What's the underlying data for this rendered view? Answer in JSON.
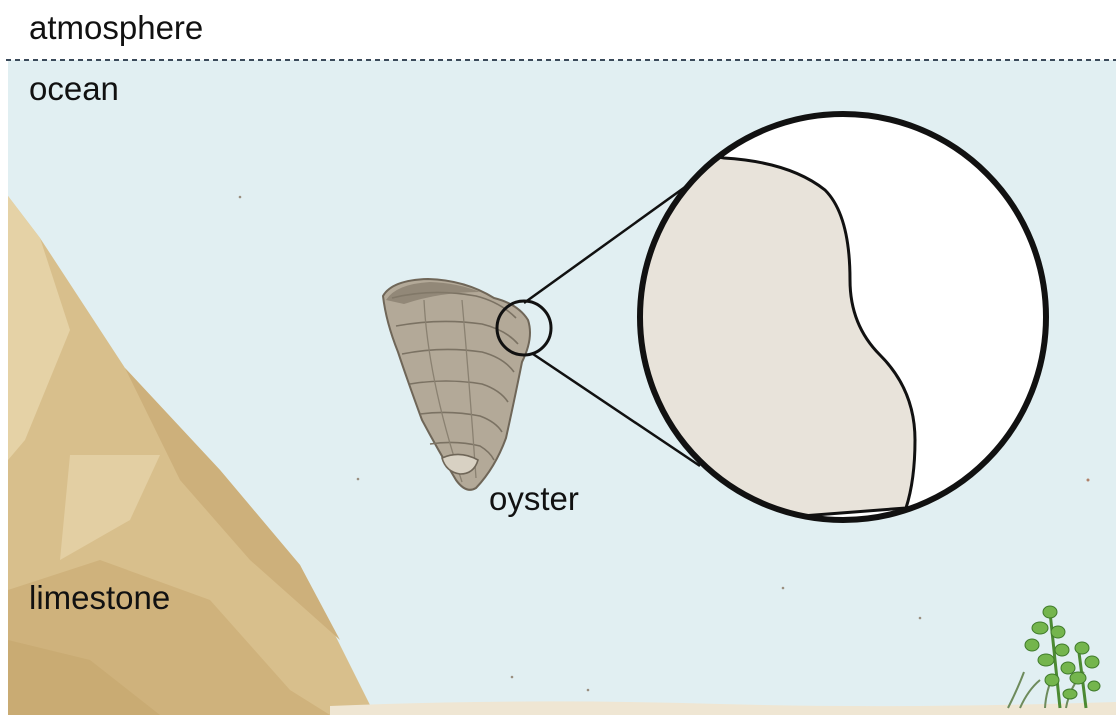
{
  "labels": {
    "atmosphere": "atmosphere",
    "ocean": "ocean",
    "limestone": "limestone",
    "oyster": "oyster"
  },
  "colors": {
    "ocean_water": "#e1eff2",
    "limestone_rock": "#d8bf8c",
    "seafloor_sand": "#efe6d3",
    "oyster_shell": "#b3a998",
    "shell_cross_section": "#e8e3da",
    "seaweed": "#6fb04a",
    "boundary_line": "#3a4a5a"
  },
  "icons": [
    "oyster-icon",
    "seaweed-icon",
    "magnifier-circle-icon"
  ]
}
